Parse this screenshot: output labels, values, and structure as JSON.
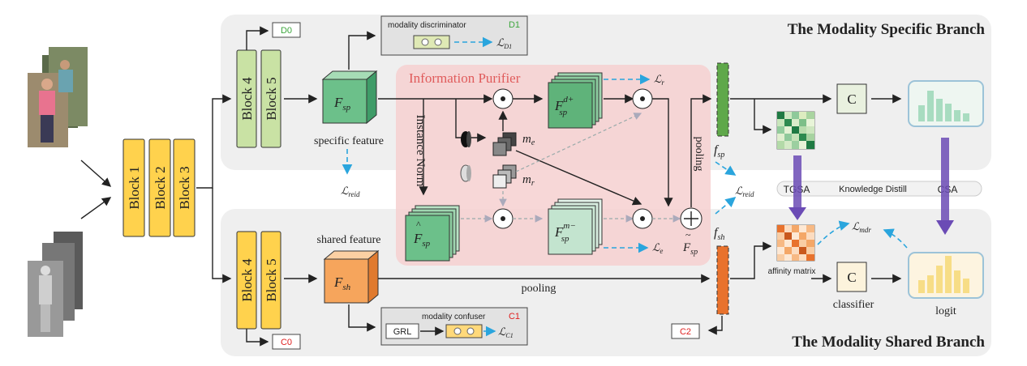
{
  "branches": {
    "specific_title": "The Modality Specific Branch",
    "shared_title": "The Modality Shared Branch"
  },
  "backbone": {
    "blocks": [
      "Block 1",
      "Block 2",
      "Block 3"
    ],
    "specific_blocks": [
      "Block 4",
      "Block 5"
    ],
    "shared_blocks": [
      "Block 4",
      "Block 5"
    ]
  },
  "labels": {
    "d0": "D0",
    "c0": "C0",
    "d1": "D1",
    "c1": "C1",
    "c2": "C2",
    "modality_discriminator": "modality discriminator",
    "modality_confuser": "modality confuser",
    "grl": "GRL",
    "specific_feature": "specific feature",
    "shared_feature": "shared feature",
    "f_sp": "F",
    "f_sp_sub": "sp",
    "f_sh": "F",
    "f_sh_sub": "sh",
    "l_reid": "ℒ",
    "l_reid_sub": "reid",
    "l_reid2": "ℒ",
    "l_reid2_sub": "reid",
    "l_d1": "ℒ",
    "l_d1_sub": "D1",
    "l_c1": "ℒ",
    "l_c1_sub": "C1",
    "l_r": "ℒ",
    "l_r_sub": "r",
    "l_e": "ℒ",
    "l_e_sub": "e",
    "l_mdr": "ℒ",
    "l_mdr_sub": "mdr",
    "information_purifier": "Information Purifier",
    "instance_norm": "Instance Norm",
    "m_e": "m",
    "m_e_sub": "e",
    "m_r": "m",
    "m_r_sub": "r",
    "fsp_dplus_sup": "d+",
    "fsp_mminus_sup": "m−",
    "pooling_vertical": "pooling",
    "pooling_horizontal": "pooling",
    "f_sp_tilde": "f",
    "f_sp_tilde_sub": "sp",
    "f_sh_small": "f",
    "f_sh_small_sub": "sh",
    "F_tilde_sp": "F",
    "F_tilde_sp_sub": "sp",
    "tgsa": "TGSA",
    "knowledge_distill": "Knowledge Distill",
    "csa": "CSA",
    "c_top": "C",
    "c_bottom": "C",
    "affinity_matrix": "affinity matrix",
    "classifier": "classifier",
    "logit": "logit"
  },
  "colors": {
    "block_yellow": "#ffd24d",
    "block_green": "#c9e2a4",
    "purifier_bg": "#f7d4d4",
    "purifier_title": "#e05b5b",
    "feature_green": "#7fc79a",
    "feature_orange": "#f4a15a",
    "accent_blue": "#2aa5dd",
    "accent_purple": "#6b4bb5",
    "d_green": "#3da63d",
    "c_red": "#e02020"
  }
}
